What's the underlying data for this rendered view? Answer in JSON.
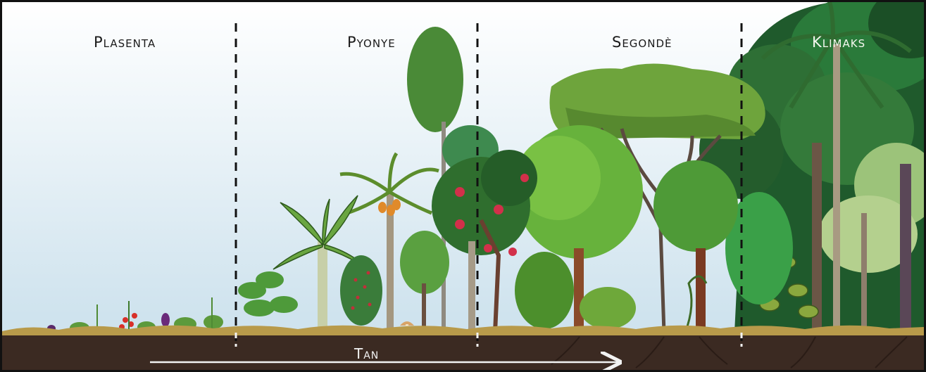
{
  "stages": [
    {
      "label": "Plasenta"
    },
    {
      "label": "Pyonye"
    },
    {
      "label": "Segondè"
    },
    {
      "label": "Klimaks"
    }
  ],
  "time_axis": {
    "label": "Tan"
  },
  "colors": {
    "sky_top": "#ffffff",
    "sky_bottom": "#cfe3ee",
    "soil": "#3b2a22",
    "dark_foliage": "#1f5a2c",
    "mid_foliage": "#3f8f3a",
    "light_foliage": "#7dbb42",
    "fruit_red": "#d2304a",
    "papaya_orange": "#e08a2a"
  }
}
